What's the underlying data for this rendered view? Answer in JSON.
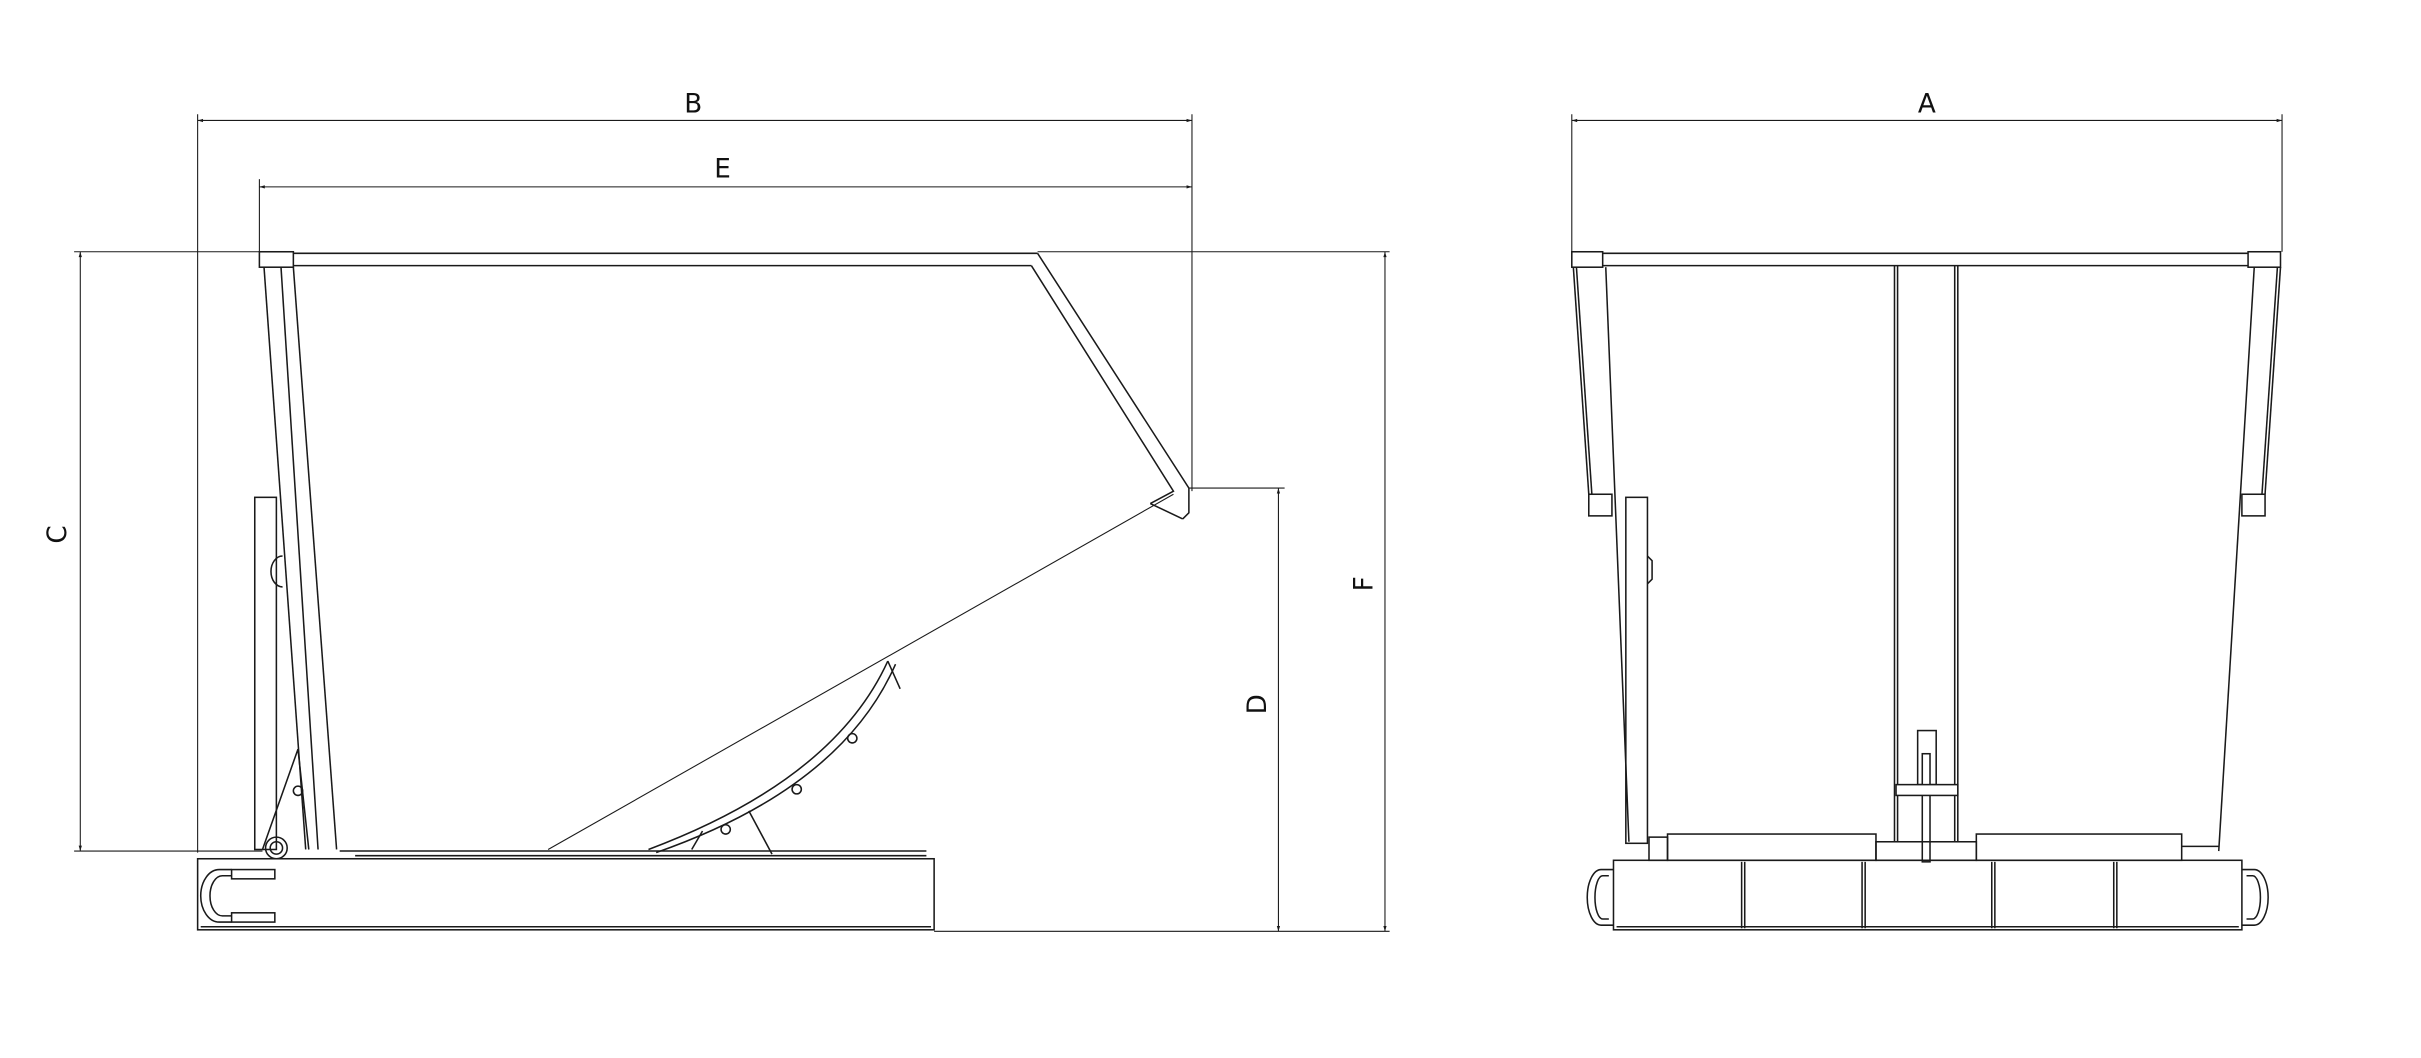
{
  "drawing": {
    "side_view": {
      "dimensions": {
        "B": "B",
        "E": "E",
        "C": "C",
        "D": "D",
        "F": "F"
      }
    },
    "front_view": {
      "dimensions": {
        "A": "A"
      }
    }
  },
  "colors": {
    "line": "#1a1a1a",
    "background": "#ffffff"
  }
}
